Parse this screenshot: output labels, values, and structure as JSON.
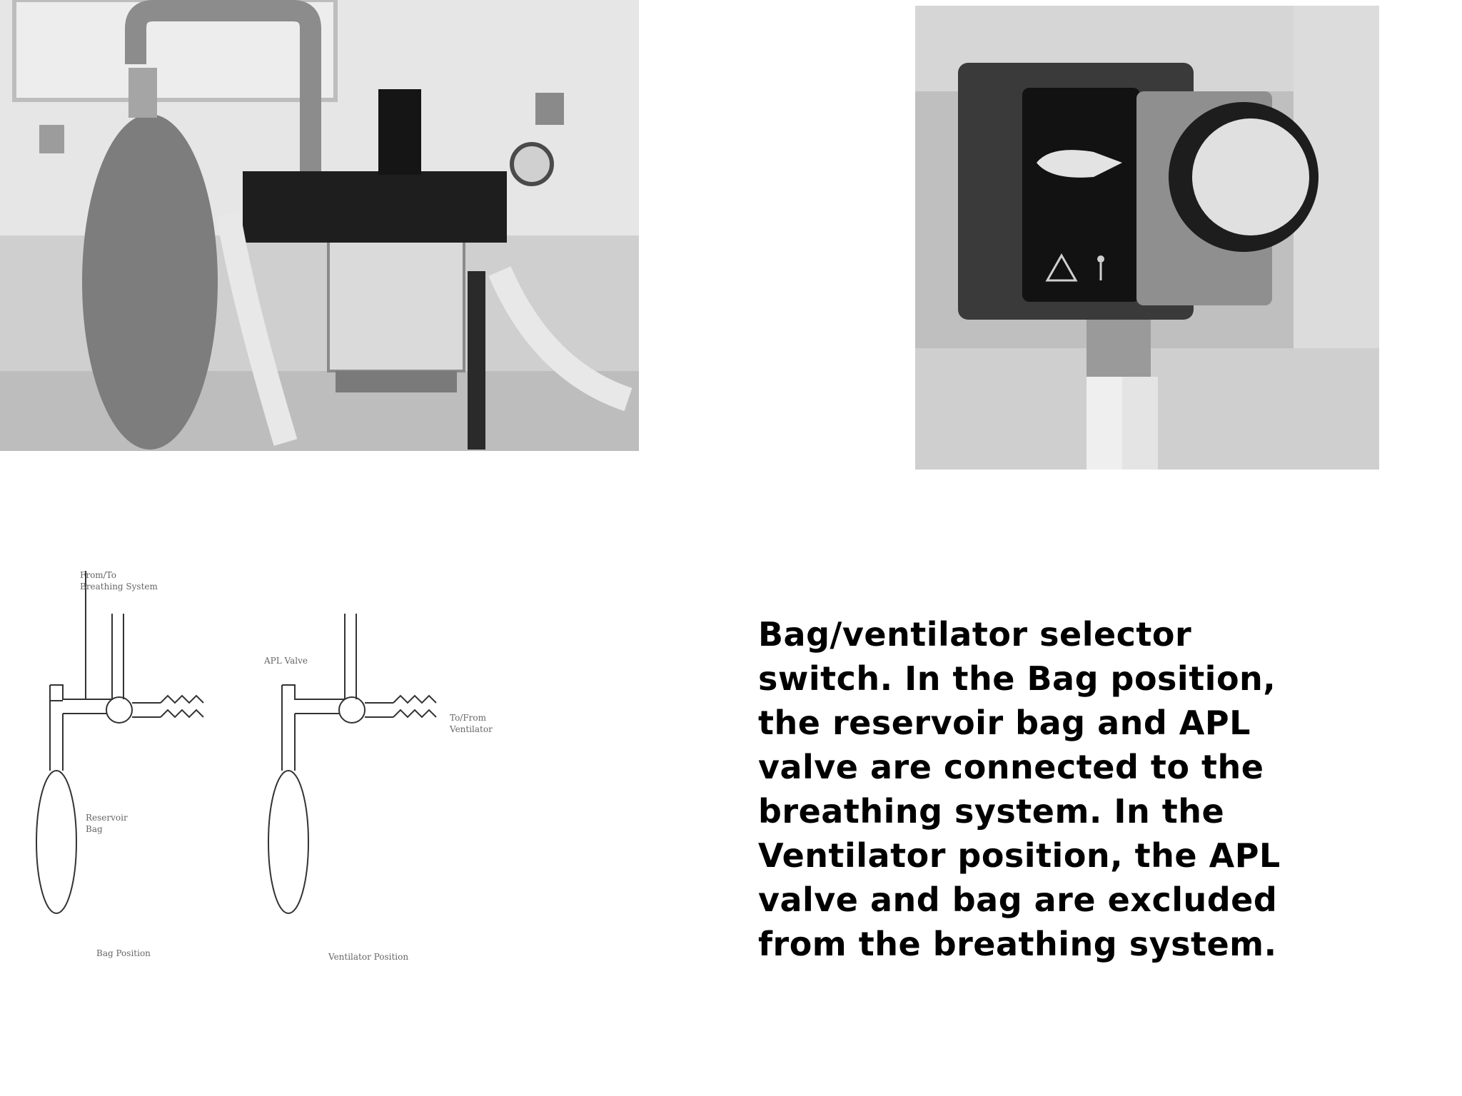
{
  "diagram": {
    "label_from_to": "From/To\nBreathing System",
    "label_apl": "APL Valve",
    "label_to_from_vent": "To/From\nVentilator",
    "label_reservoir": "Reservoir\nBag",
    "label_bag_position": "Bag Position",
    "label_vent_position": "Ventilator Position"
  },
  "caption": {
    "text": "Bag/ventilator selector\nswitch. In the Bag position,\nthe reservoir bag and APL\nvalve are connected to the\nbreathing system. In the\nVentilator position, the APL\nvalve and bag are excluded\nfrom the breathing system."
  }
}
